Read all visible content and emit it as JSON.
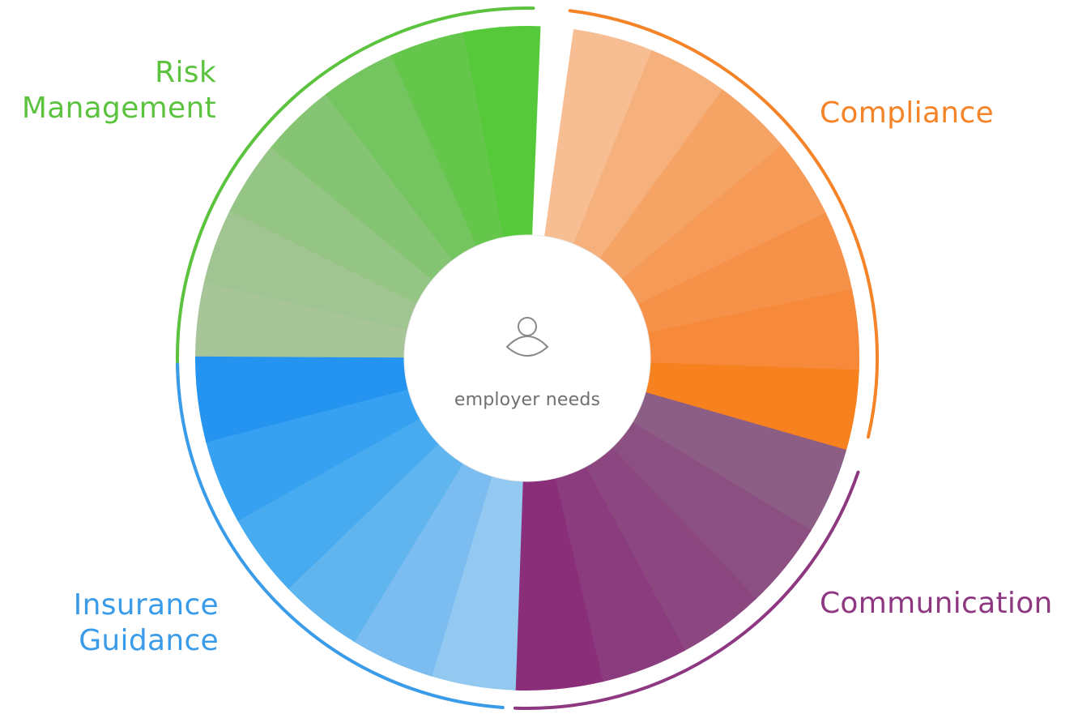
{
  "center": {
    "label": "employer needs",
    "icon": "person-icon",
    "icon_color": "#888888"
  },
  "categories": [
    {
      "id": "risk",
      "label_lines": [
        "Risk",
        "Management"
      ],
      "color": "#5cc33f",
      "segment_colors": [
        "#a8c59a",
        "#a0c592",
        "#95c585",
        "#85c472",
        "#74c45f",
        "#65c64c",
        "#56c93a"
      ]
    },
    {
      "id": "compliance",
      "label_lines": [
        "Compliance"
      ],
      "color": "#f58327",
      "segment_colors": [
        "#f7bd93",
        "#f6b07c",
        "#f6a466",
        "#f69b57",
        "#f6914a",
        "#f68a3a",
        "#f7811e"
      ]
    },
    {
      "id": "communication",
      "label_lines": [
        "Communication"
      ],
      "color": "#8e3882",
      "segment_colors": [
        "#8c5d85",
        "#8c4f82",
        "#8c4680",
        "#8a3c7e",
        "#8a2e7a"
      ]
    },
    {
      "id": "insurance",
      "label_lines": [
        "Insurance",
        "Guidance"
      ],
      "color": "#3a9be8",
      "segment_colors": [
        "#93c8f1",
        "#7bbdf0",
        "#60b5ef",
        "#49abef",
        "#36a1f0",
        "#2494f0"
      ]
    }
  ]
}
